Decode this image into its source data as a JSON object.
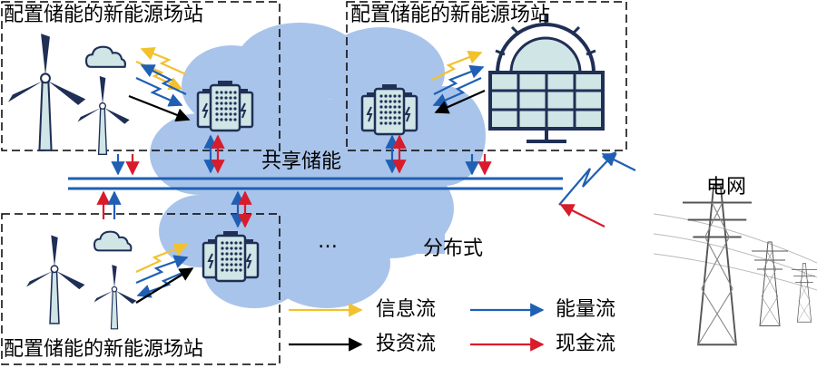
{
  "diagram": {
    "stations": {
      "top_left": "配置储能的新能源场站",
      "top_right": "配置储能的新能源场站",
      "bottom_left": "配置储能的新能源场站"
    },
    "shared_storage": "共享储能",
    "grid": "电网",
    "distributed": "分布式",
    "ellipsis": "…"
  },
  "legend": {
    "info_flow": "信息流",
    "energy_flow": "能量流",
    "investment_flow": "投资流",
    "cash_flow": "现金流"
  },
  "colors": {
    "info": "#f2c12e",
    "energy": "#1f5fb4",
    "investment": "#000000",
    "cash": "#d81c2c",
    "cloud": "#a9c4ea",
    "navy": "#1f2f55",
    "teal": "#cfe5e6"
  }
}
